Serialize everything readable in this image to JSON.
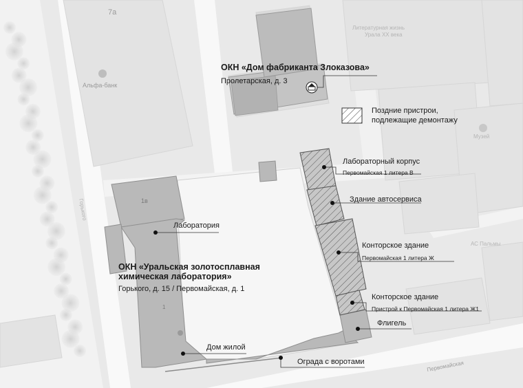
{
  "legend": {
    "label_line1": "Поздние пристрои,",
    "label_line2": "подлежащие демонтажу"
  },
  "okn_zlokazov": {
    "title": "ОКН «Дом фабриканта Злоказова»",
    "address": "Пролетарская, д. 3"
  },
  "okn_lab": {
    "title_line1": "ОКН «Уральская золотосплавная",
    "title_line2": "химическая лаборатория»",
    "address": "Горького, д. 15 / Первомайская, д. 1"
  },
  "callouts": {
    "lab_corpus": "Лабораторный корпус",
    "lab_corpus_sub": "Первомайская 1 литера В",
    "autoservice": "Здание автосервиса",
    "office1": "Конторское здание",
    "office1_sub": "Первомайская 1 литера Ж",
    "office2": "Конторское здание",
    "office2_sub": "Пристрой к Первомайская 1 литера Ж1",
    "fligel": "Флигель",
    "laboratory": "Лаборатория",
    "house": "Дом жилой",
    "fence": "Ограда с воротами"
  },
  "basemap": {
    "house_7a": "7а",
    "bank": "Альфа-банк",
    "lit_line1": "Литературная жизнь",
    "lit_line2": "Урала XX века",
    "num_1v": "1в",
    "num_1": "1",
    "street_gorkogo": "Горького",
    "street_pervomaiskaya": "Первомайская",
    "poi_museum": "Музей",
    "poi_as": "АС Пальмы"
  },
  "colors": {
    "background": "#e9e9e9",
    "street": "#f8f8f8",
    "building_light": "#e0e0e0",
    "okn_building": "#b9b9b9",
    "courtyard": "#f6f6f6",
    "hatch": "#c6c6c6",
    "text": "#1a1a1a"
  }
}
